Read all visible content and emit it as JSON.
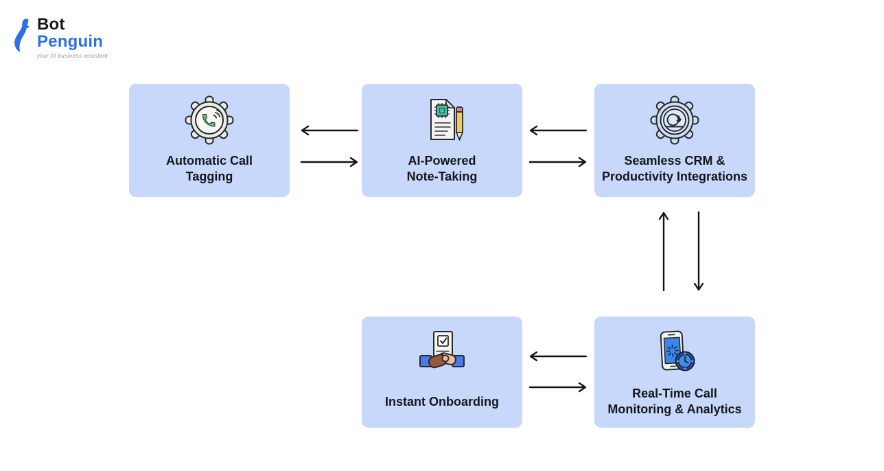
{
  "logo": {
    "icon": "penguin-icon",
    "brand_top": "Bot",
    "brand_bottom": "Penguin",
    "tagline": "your AI business assistant"
  },
  "colors": {
    "node_fill": "#C8D8FB",
    "node_text": "#16171B",
    "arrow": "#141414",
    "brand_blue": "#2D6FE9",
    "brand_dark": "#17181C",
    "tagline_gray": "#8D9199",
    "icon_green": "#5EBD79",
    "icon_teal": "#4CC0A9",
    "icon_yellow": "#F2C860",
    "icon_blue_screen": "#3C85EA"
  },
  "nodes": {
    "automatic_call_tagging": {
      "line1": "Automatic Call",
      "line2": "Tagging",
      "icon": "gear-phone-icon"
    },
    "ai_powered_note_taking": {
      "line1": "AI-Powered",
      "line2": "Note-Taking",
      "icon": "document-chip-pencil-icon"
    },
    "seamless_crm_integrations": {
      "line1": "Seamless CRM &",
      "line2": "Productivity Integrations",
      "icon": "gear-sync-icon"
    },
    "instant_onboarding": {
      "line1": "Instant Onboarding",
      "line2": "",
      "icon": "handshake-checklist-icon"
    },
    "real_time_call_monitoring": {
      "line1": "Real-Time Call",
      "line2": "Monitoring & Analytics",
      "icon": "phone-clock-icon"
    }
  },
  "connections": [
    {
      "from": "ai_powered_note_taking",
      "to": "automatic_call_tagging",
      "direction": "left"
    },
    {
      "from": "automatic_call_tagging",
      "to": "ai_powered_note_taking",
      "direction": "right"
    },
    {
      "from": "seamless_crm_integrations",
      "to": "ai_powered_note_taking",
      "direction": "left"
    },
    {
      "from": "ai_powered_note_taking",
      "to": "seamless_crm_integrations",
      "direction": "right"
    },
    {
      "from": "real_time_call_monitoring",
      "to": "seamless_crm_integrations",
      "direction": "up"
    },
    {
      "from": "seamless_crm_integrations",
      "to": "real_time_call_monitoring",
      "direction": "down"
    },
    {
      "from": "real_time_call_monitoring",
      "to": "instant_onboarding",
      "direction": "left"
    },
    {
      "from": "instant_onboarding",
      "to": "real_time_call_monitoring",
      "direction": "right"
    }
  ]
}
